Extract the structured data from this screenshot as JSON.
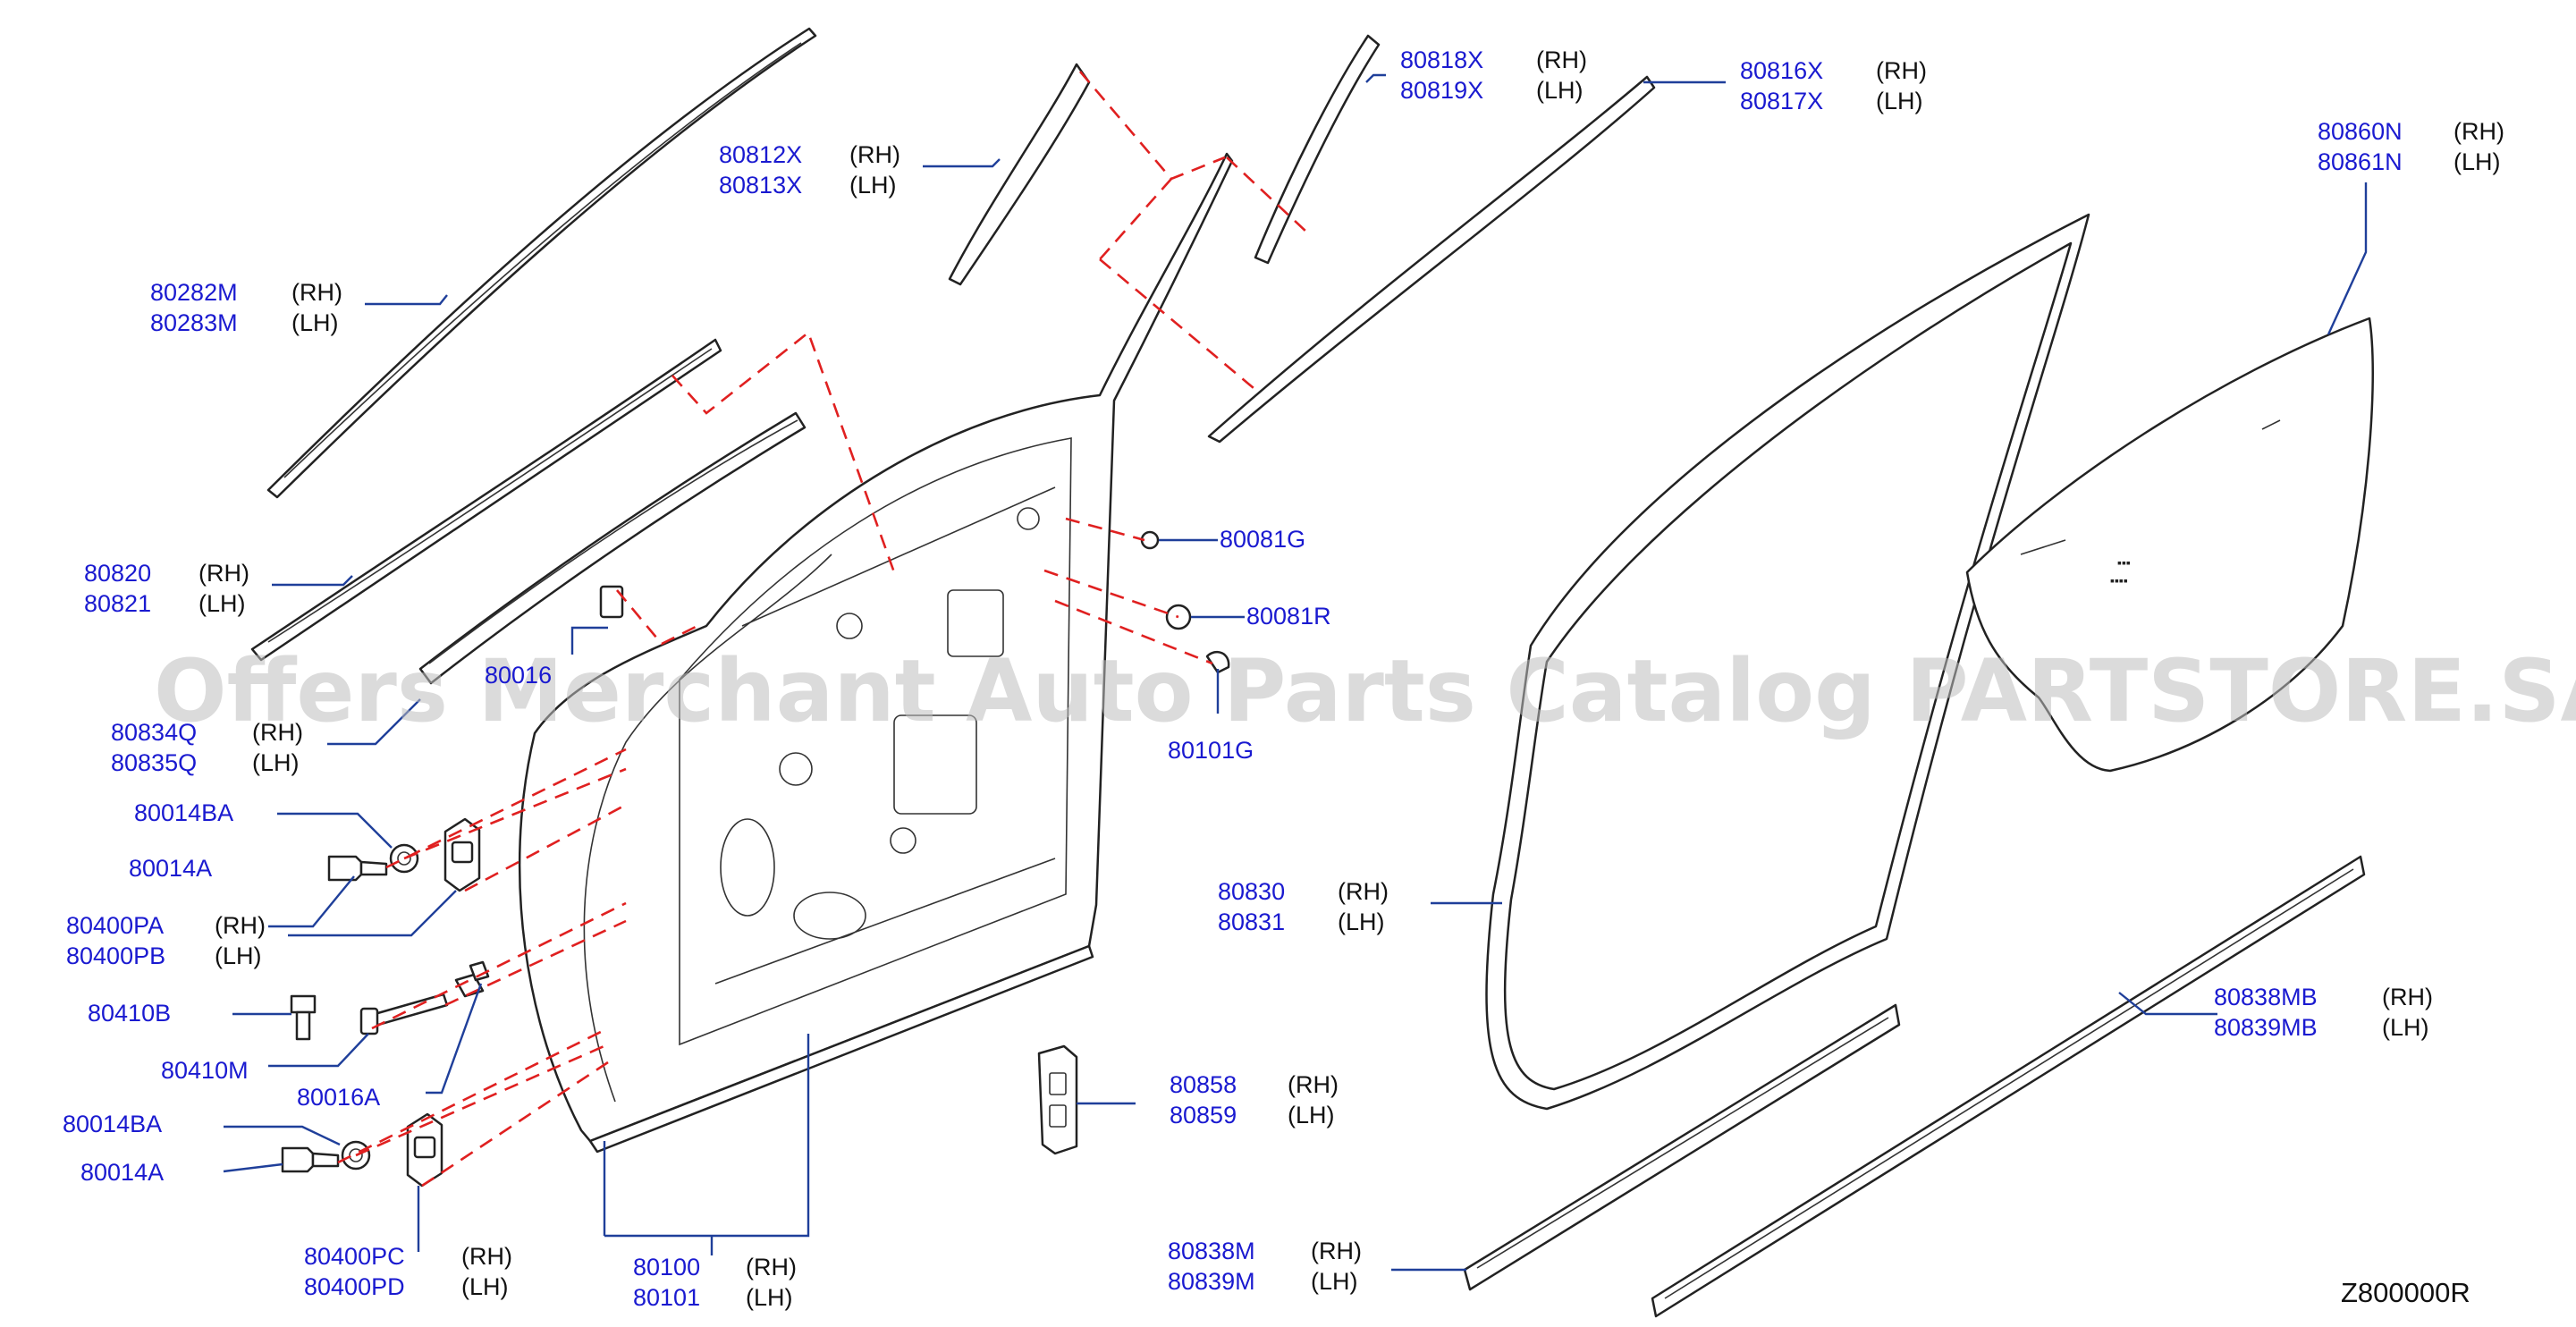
{
  "watermark": "Offers Merchant Auto Parts Catalog PARTSTORE.SA",
  "diagram_code": "Z800000R",
  "colors": {
    "part_number": "#1a1ad0",
    "leader_line": "#1f3f9a",
    "connector_dash": "#e02020",
    "line_art": "#222222"
  },
  "callouts": [
    {
      "id": "c01",
      "lines": [
        {
          "part": "80282M",
          "side": "(RH)"
        },
        {
          "part": "80283M",
          "side": "(LH)"
        }
      ]
    },
    {
      "id": "c02",
      "lines": [
        {
          "part": "80812X",
          "side": "(RH)"
        },
        {
          "part": "80813X",
          "side": "(LH)"
        }
      ]
    },
    {
      "id": "c03",
      "lines": [
        {
          "part": "80818X",
          "side": "(RH)"
        },
        {
          "part": "80819X",
          "side": "(LH)"
        }
      ]
    },
    {
      "id": "c04",
      "lines": [
        {
          "part": "80816X",
          "side": "(RH)"
        },
        {
          "part": "80817X",
          "side": "(LH)"
        }
      ]
    },
    {
      "id": "c05",
      "lines": [
        {
          "part": "80860N",
          "side": "(RH)"
        },
        {
          "part": "80861N",
          "side": "(LH)"
        }
      ]
    },
    {
      "id": "c06",
      "lines": [
        {
          "part": "80820",
          "side": "(RH)"
        },
        {
          "part": "80821",
          "side": "(LH)"
        }
      ]
    },
    {
      "id": "c07",
      "lines": [
        {
          "part": "80081G",
          "side": ""
        }
      ]
    },
    {
      "id": "c08",
      "lines": [
        {
          "part": "80081R",
          "side": ""
        }
      ]
    },
    {
      "id": "c09",
      "lines": [
        {
          "part": "80101G",
          "side": ""
        }
      ]
    },
    {
      "id": "c10",
      "lines": [
        {
          "part": "80834Q",
          "side": "(RH)"
        },
        {
          "part": "80835Q",
          "side": "(LH)"
        }
      ]
    },
    {
      "id": "c11",
      "lines": [
        {
          "part": "80014BA",
          "side": ""
        }
      ]
    },
    {
      "id": "c12",
      "lines": [
        {
          "part": "80014A",
          "side": ""
        }
      ]
    },
    {
      "id": "c13",
      "lines": [
        {
          "part": "80400PA",
          "side": "(RH)"
        },
        {
          "part": "80400PB",
          "side": "(LH)"
        }
      ]
    },
    {
      "id": "c14",
      "lines": [
        {
          "part": "80410B",
          "side": ""
        }
      ]
    },
    {
      "id": "c15",
      "lines": [
        {
          "part": "80410M",
          "side": ""
        }
      ]
    },
    {
      "id": "c16",
      "lines": [
        {
          "part": "80016A",
          "side": ""
        }
      ]
    },
    {
      "id": "c17",
      "lines": [
        {
          "part": "80014BA",
          "side": ""
        }
      ]
    },
    {
      "id": "c18",
      "lines": [
        {
          "part": "80014A",
          "side": ""
        }
      ]
    },
    {
      "id": "c19",
      "lines": [
        {
          "part": "80400PC",
          "side": "(RH)"
        },
        {
          "part": "80400PD",
          "side": "(LH)"
        }
      ]
    },
    {
      "id": "c20",
      "lines": [
        {
          "part": "80100",
          "side": "(RH)"
        },
        {
          "part": "80101",
          "side": "(LH)"
        }
      ]
    },
    {
      "id": "c21",
      "lines": [
        {
          "part": "80830",
          "side": "(RH)"
        },
        {
          "part": "80831",
          "side": "(LH)"
        }
      ]
    },
    {
      "id": "c22",
      "lines": [
        {
          "part": "80858",
          "side": "(RH)"
        },
        {
          "part": "80859",
          "side": "(LH)"
        }
      ]
    },
    {
      "id": "c23",
      "lines": [
        {
          "part": "80838MB",
          "side": "(RH)"
        },
        {
          "part": "80839MB",
          "side": "(LH)"
        }
      ]
    },
    {
      "id": "c24",
      "lines": [
        {
          "part": "80838M",
          "side": "(RH)"
        },
        {
          "part": "80839M",
          "side": "(LH)"
        }
      ]
    },
    {
      "id": "c25",
      "lines": [
        {
          "part": "80016",
          "side": ""
        }
      ]
    }
  ]
}
